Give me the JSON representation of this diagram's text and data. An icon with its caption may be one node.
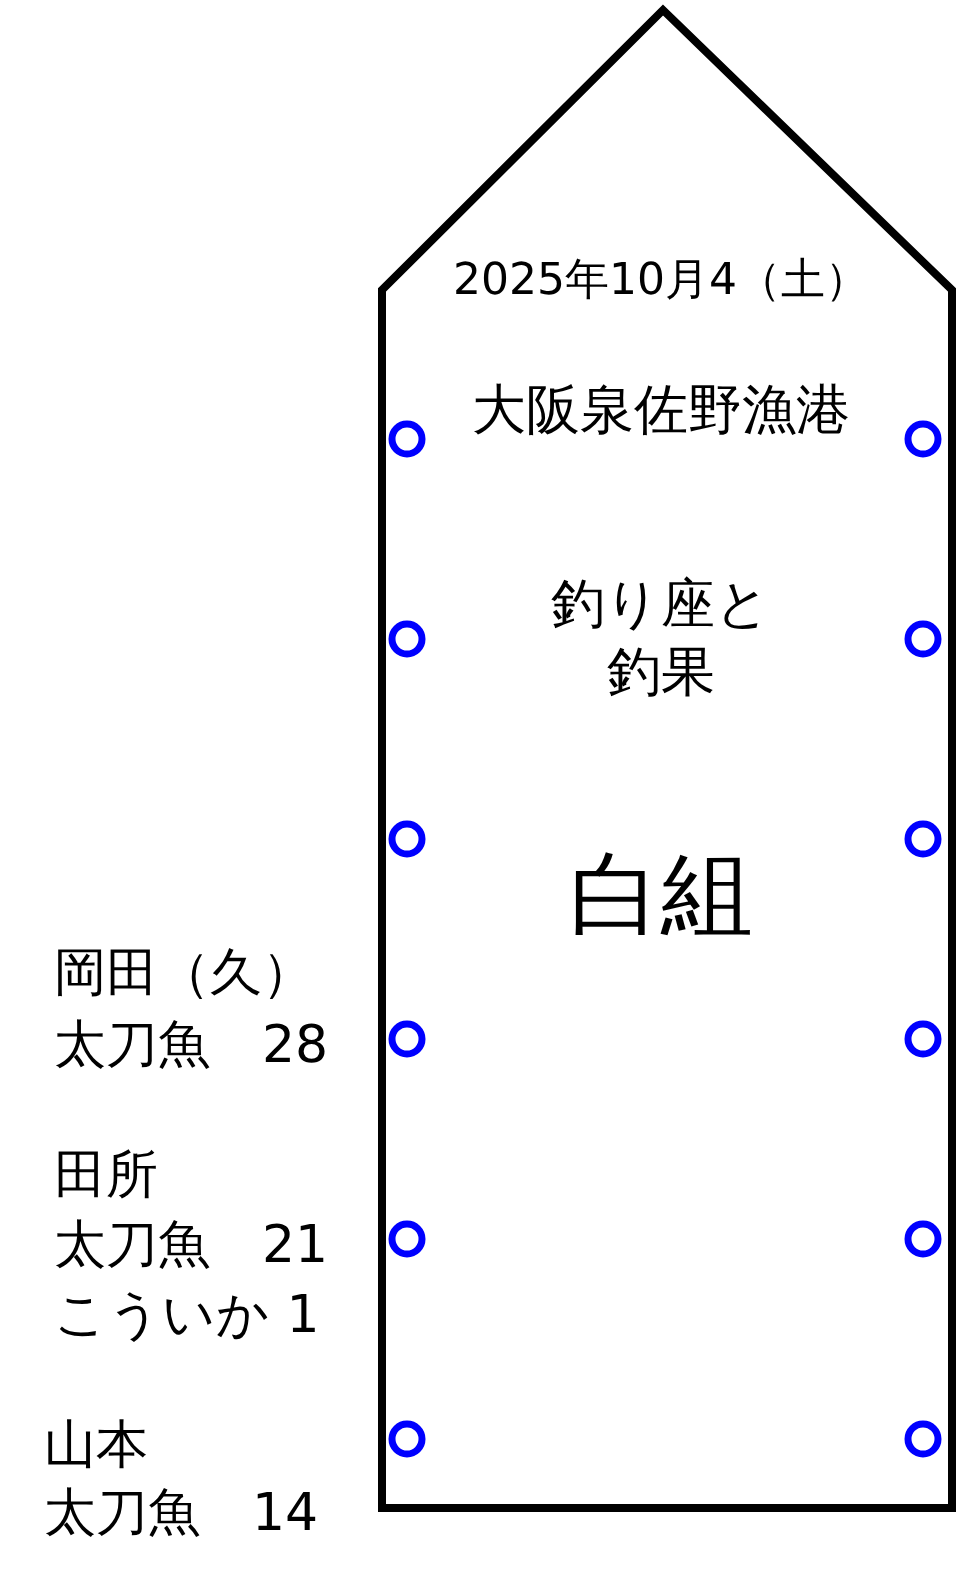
{
  "diagram": {
    "nodes": [
      {
        "text": [
          "2025年10月4（土）",
          "大阪泉佐野漁港",
          "釣り座と釣果",
          "白組"
        ]
      }
    ],
    "labels": [
      "岡田（久）",
      "太刀魚　28",
      "田所",
      "太刀魚　21",
      "こういか 1",
      "山本",
      "太刀魚　14"
    ]
  }
}
